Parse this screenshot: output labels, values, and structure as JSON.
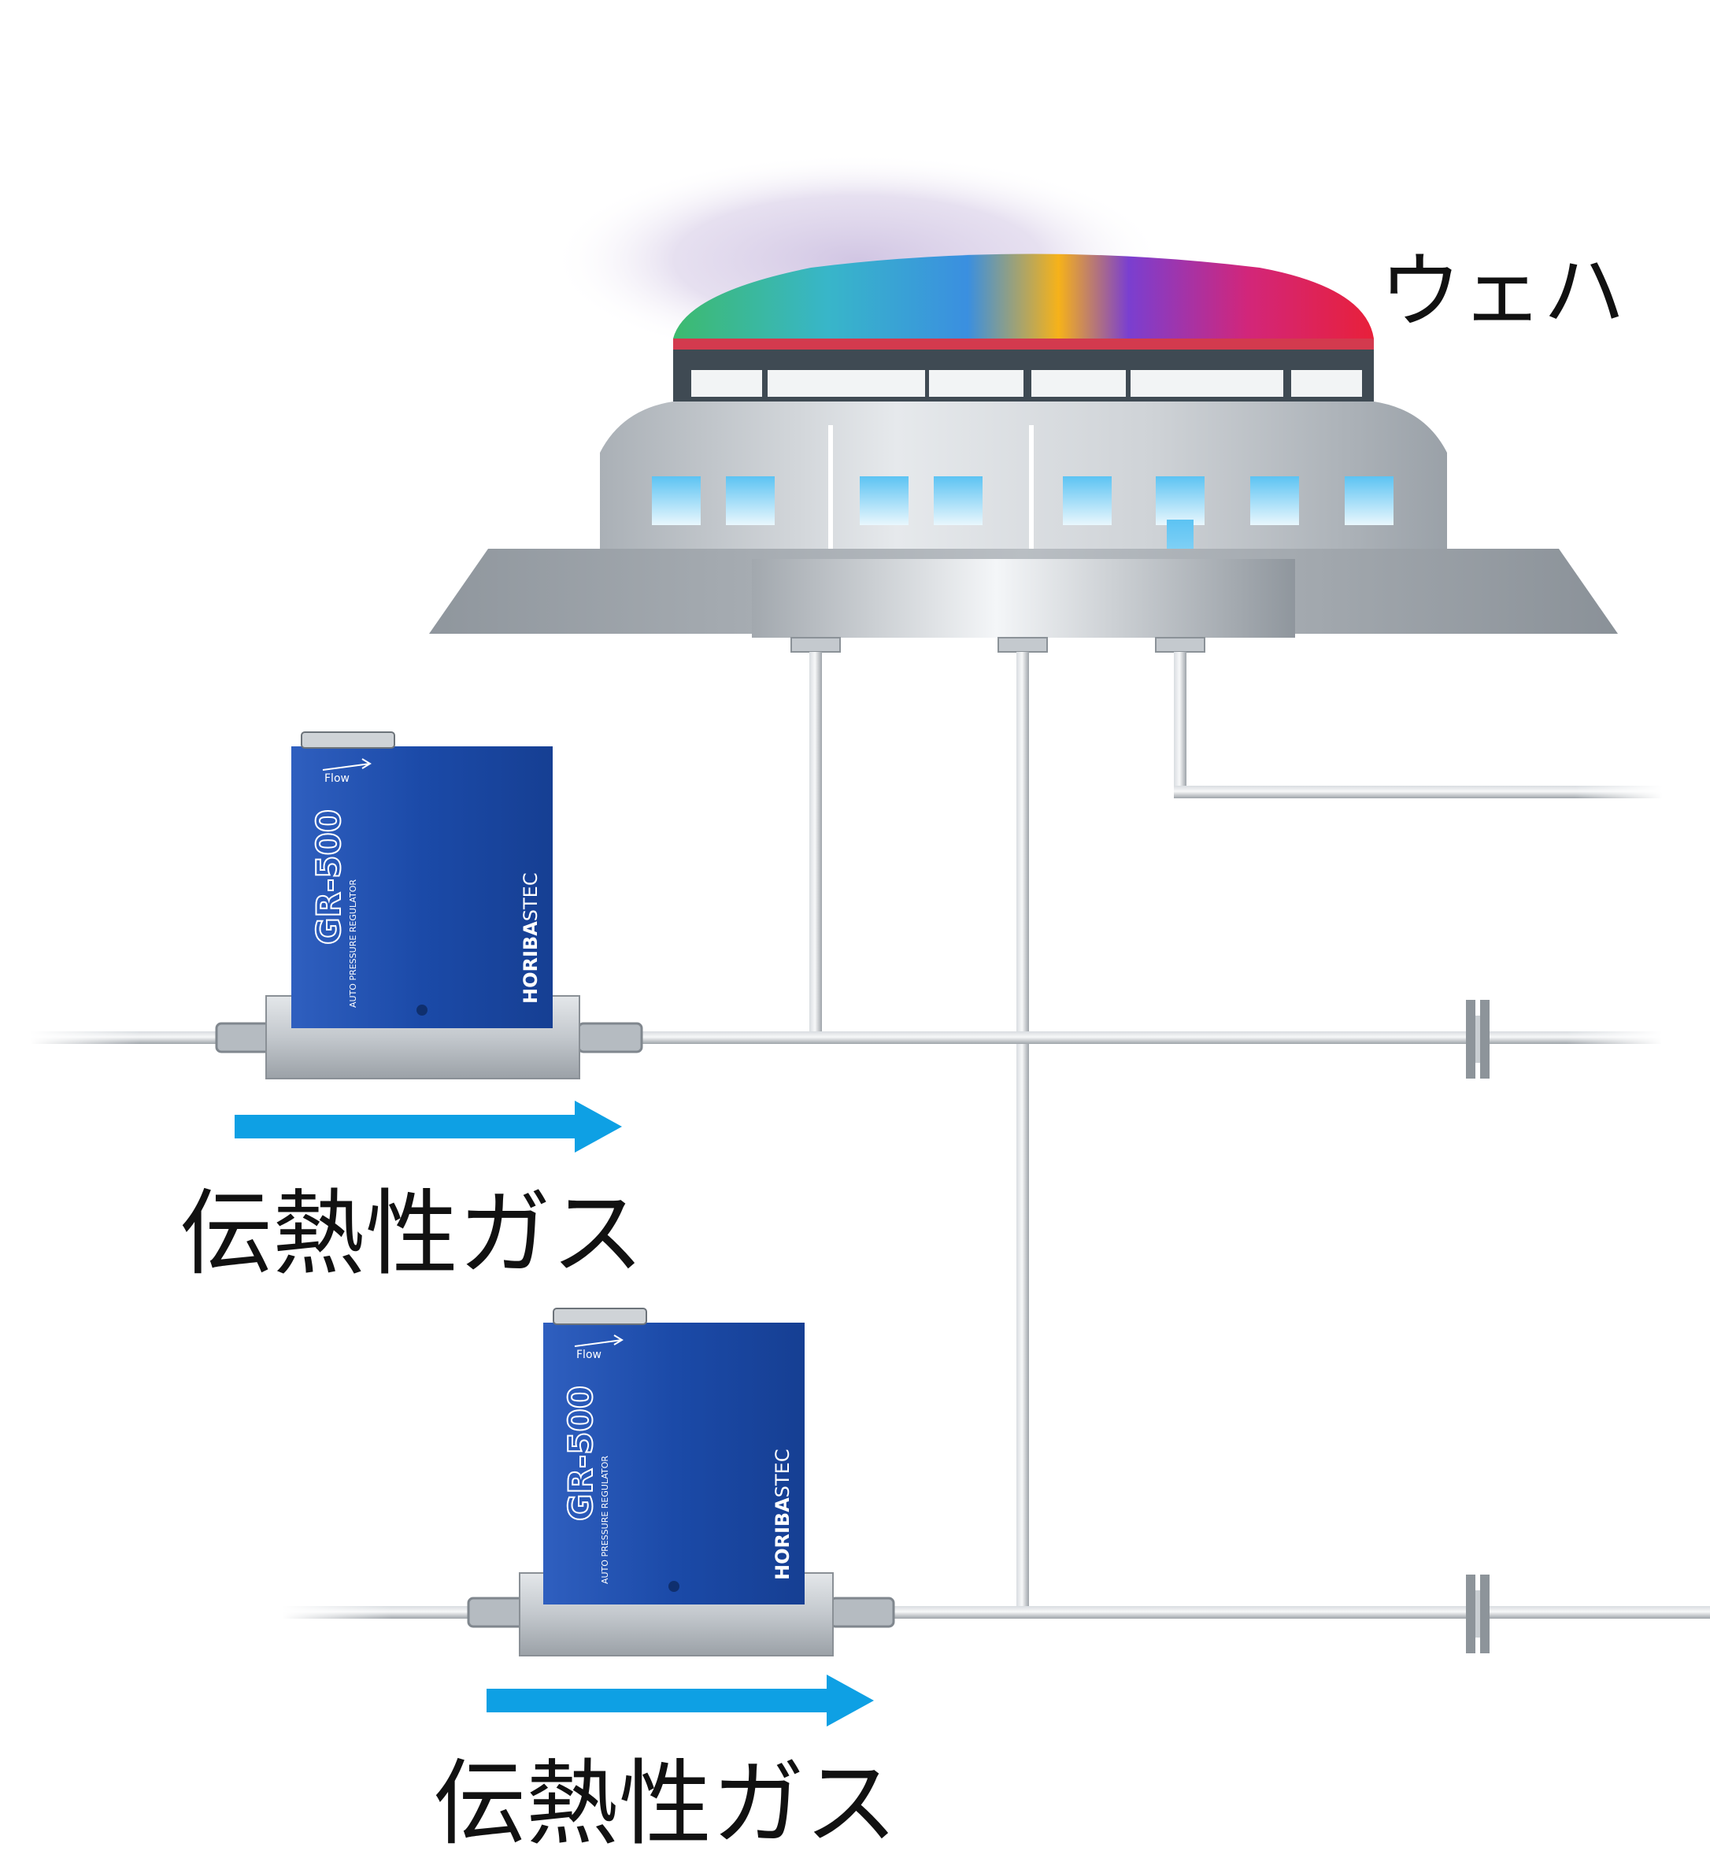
{
  "labels": {
    "wafer": "ウェハ",
    "gas_top": "伝熱性ガス",
    "gas_bottom": "伝熱性ガス"
  },
  "regulators": [
    {
      "flow_label": "Flow",
      "model": "GR-500",
      "subtitle": "AUTO PRESSURE REGULATOR",
      "brand": "HORIBA",
      "brand_suffix": "STEC"
    },
    {
      "flow_label": "Flow",
      "model": "GR-500",
      "subtitle": "AUTO PRESSURE REGULATOR",
      "brand": "HORIBA",
      "brand_suffix": "STEC"
    }
  ],
  "colors": {
    "regulator_body": "#1a4aa6",
    "flow_arrow": "#0ea0e4",
    "pipe": "#b9bec4",
    "plasma_glow": "#d7cde6",
    "chuck_grey": "#b7bcc1",
    "cooling_channel": "#7fd0f5"
  },
  "icons": [
    "flow-arrow-icon",
    "pipe-valve-icon"
  ]
}
